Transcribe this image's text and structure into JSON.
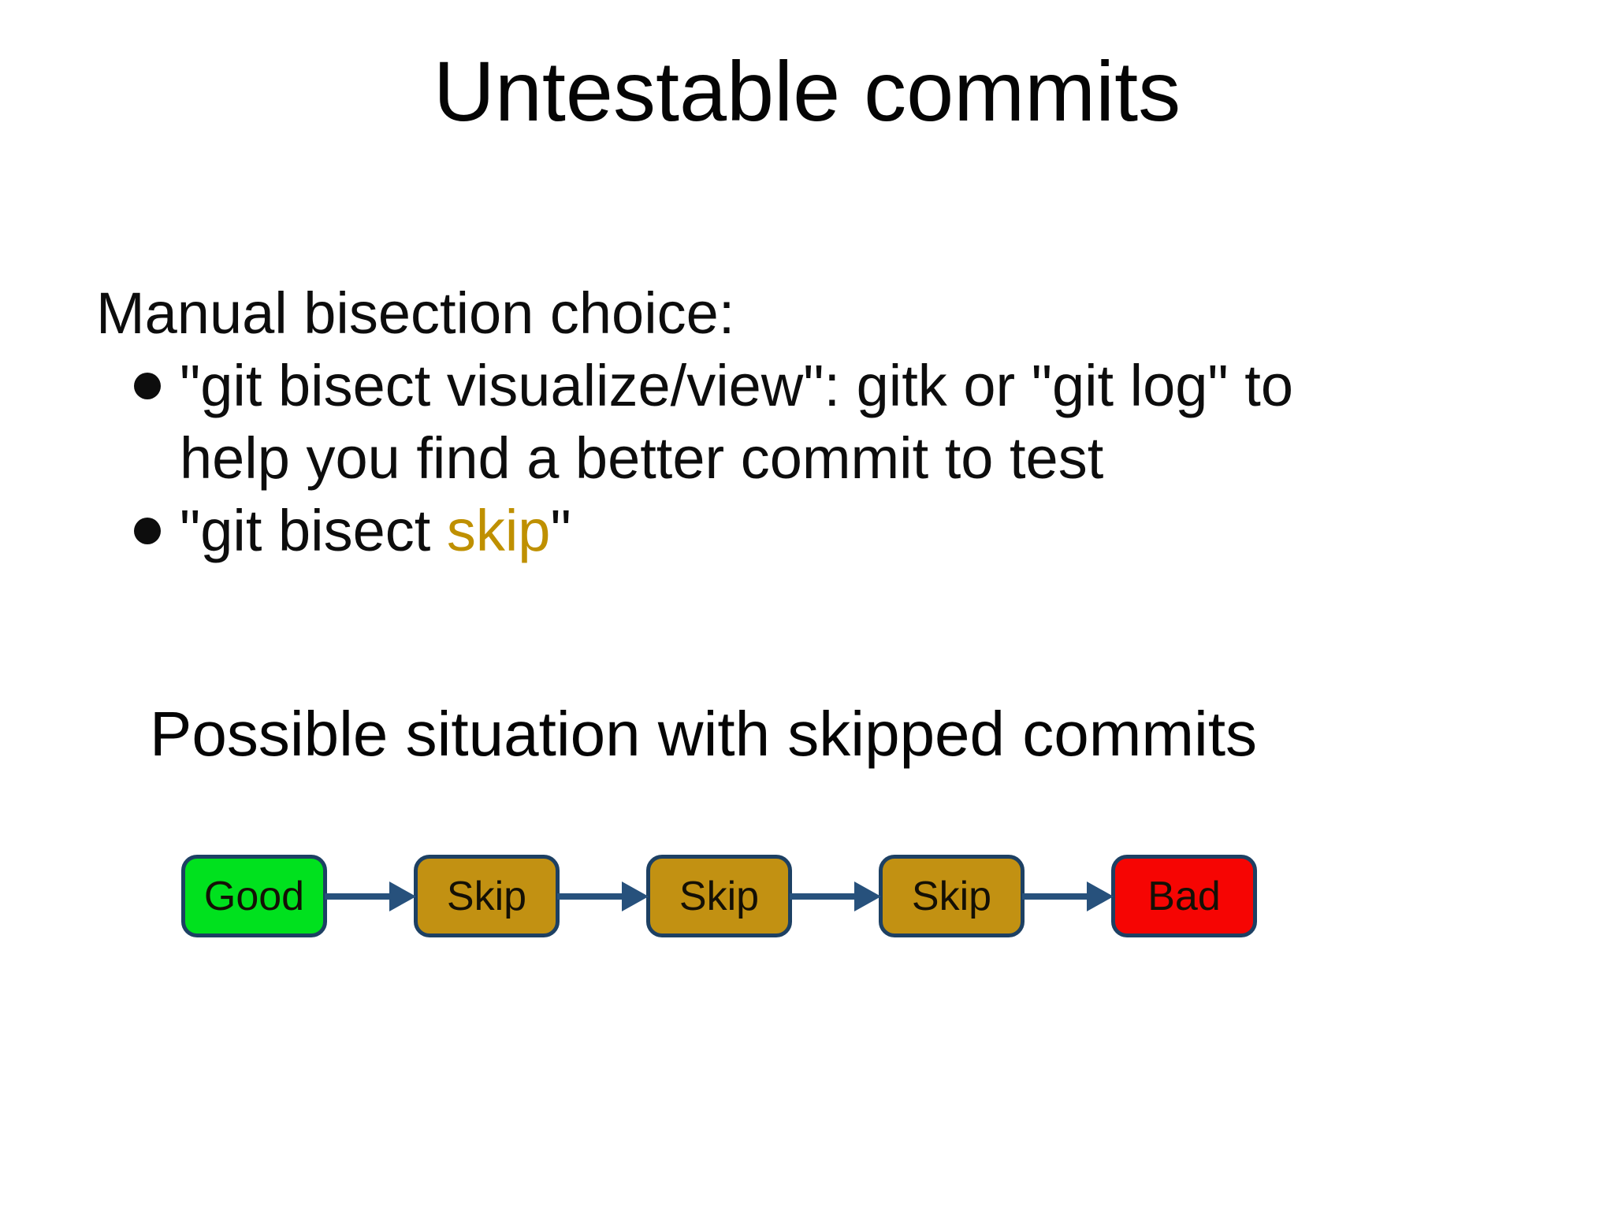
{
  "slide": {
    "title": "Untestable commits",
    "intro": "Manual bisection choice:",
    "bullets": [
      {
        "lines": [
          "\"git bisect visualize/view\": gitk or \"git log\" to",
          "help you find a better commit to test"
        ]
      },
      {
        "prefix": "\"git bisect ",
        "highlight": "skip",
        "suffix": "\""
      }
    ],
    "subheading": "Possible situation with skipped commits",
    "colors": {
      "highlight_text": "#bf9000",
      "node_border": "#1d4063",
      "arrow": "#27517c"
    },
    "diagram": {
      "nodes": [
        {
          "label": "Good",
          "type": "good",
          "fill": "#00e11e"
        },
        {
          "label": "Skip",
          "type": "skip",
          "fill": "#c29112"
        },
        {
          "label": "Skip",
          "type": "skip",
          "fill": "#c29112"
        },
        {
          "label": "Skip",
          "type": "skip",
          "fill": "#c29112"
        },
        {
          "label": "Bad",
          "type": "bad",
          "fill": "#f60503"
        }
      ]
    }
  }
}
